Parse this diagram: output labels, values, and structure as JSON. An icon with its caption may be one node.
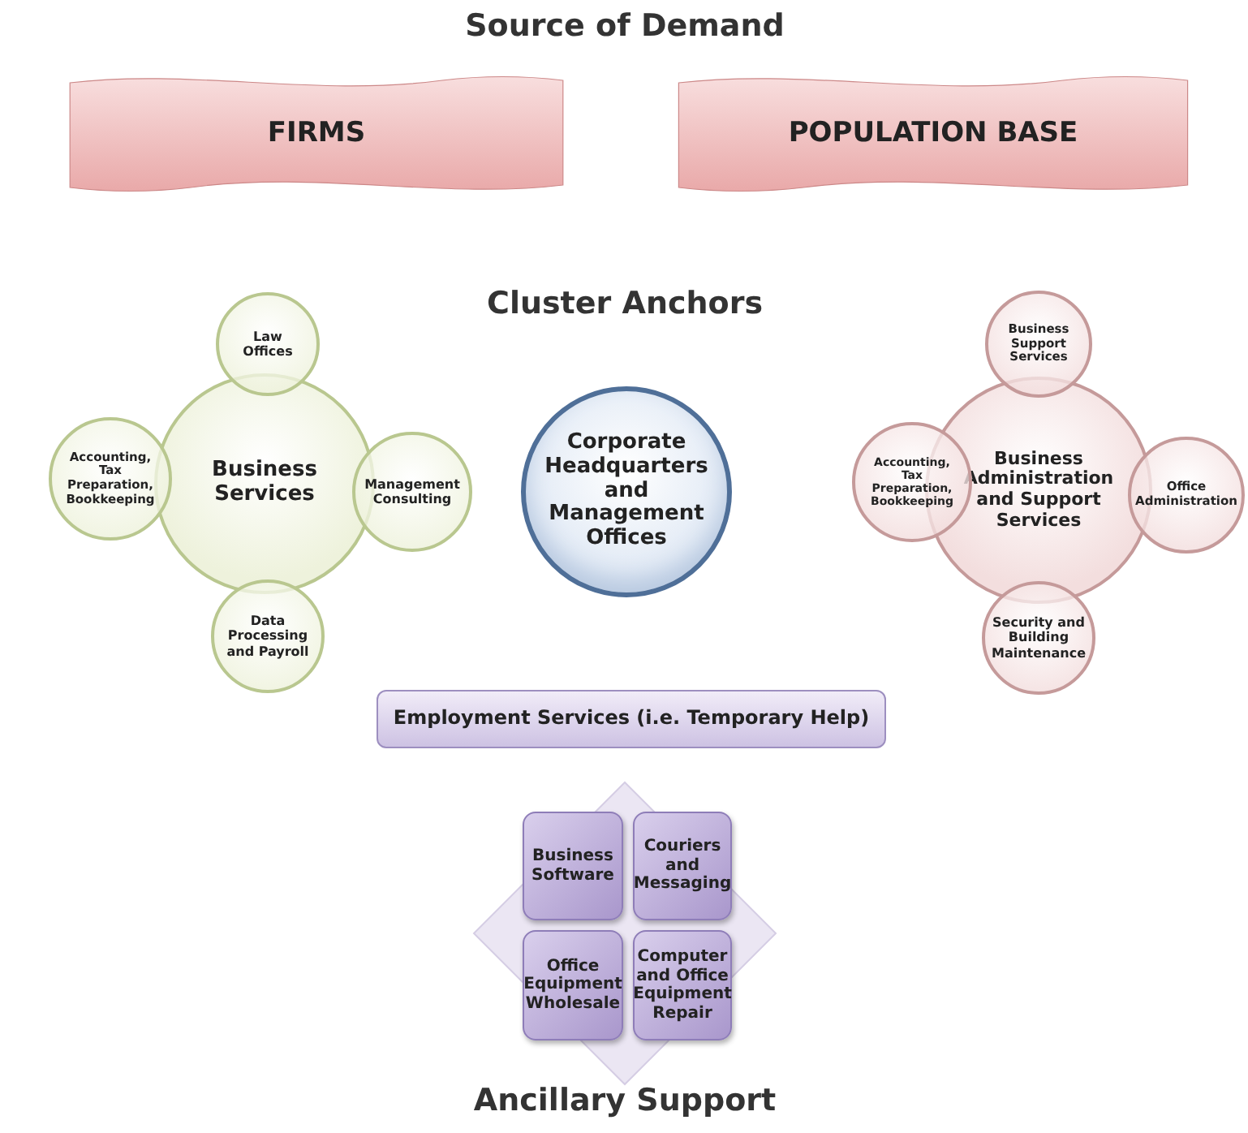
{
  "diagram": {
    "nodes": [
      {
        "text": [
          "FIRMS"
        ]
      },
      {
        "text": [
          "POPULATION BASE"
        ]
      },
      {
        "text": [
          "Business Services"
        ]
      },
      {
        "text": [
          "Law Offices"
        ]
      },
      {
        "text": [
          "Accounting, Tax Preparation, Bookkeeping"
        ]
      },
      {
        "text": [
          "Management Consulting"
        ]
      },
      {
        "text": [
          "Data Processing and Payroll"
        ]
      },
      {
        "text": [
          "Corporate Headquarters and Management Offices"
        ]
      },
      {
        "text": [
          "Business Administration and Support Services"
        ]
      },
      {
        "text": [
          "Business Support Services"
        ]
      },
      {
        "text": [
          "Accounting, Tax Preparation, Bookkeeping"
        ]
      },
      {
        "text": [
          "Office Administration"
        ]
      },
      {
        "text": [
          "Security and Building Maintenance"
        ]
      },
      {
        "text": [
          "Employment Services (i.e. Temporary Help)"
        ]
      },
      {
        "text": [
          "Business Software"
        ]
      },
      {
        "text": [
          "Couriers and Messaging"
        ]
      },
      {
        "text": [
          "Office Equipment Wholesale"
        ]
      },
      {
        "text": [
          "Computer and Office Equipment Repair"
        ]
      }
    ],
    "edges": [],
    "labels": [
      "Source of Demand",
      "Cluster Anchors",
      "Ancillary Support"
    ]
  }
}
